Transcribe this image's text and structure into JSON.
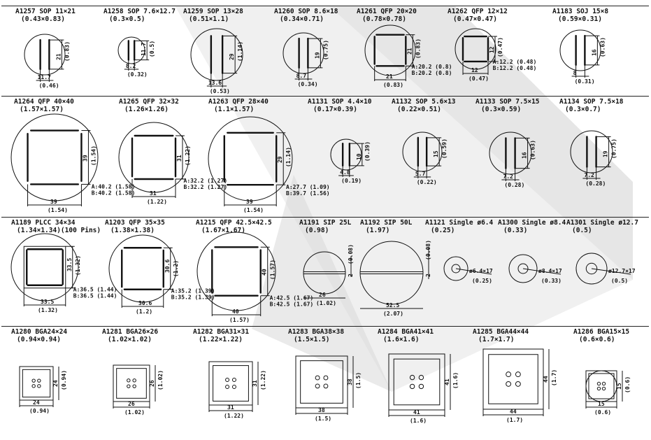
{
  "nozzles": [
    {
      "id": "a1257",
      "t1": "A1257 SOP 11×21",
      "t2": "(0.43×0.83)",
      "shape": "sop",
      "dims": [
        "11.7",
        "(0.46)",
        "21",
        "(0.83)"
      ]
    },
    {
      "id": "a1258",
      "t1": "A1258 SOP 7.6×12.7",
      "t2": "(0.3×0.5)",
      "shape": "sop",
      "dims": [
        "8.2",
        "(0.32)",
        "11.7",
        "(0.5)"
      ]
    },
    {
      "id": "a1259",
      "t1": "A1259 SOP 13×28",
      "t2": "(0.51×1.1)",
      "shape": "sop",
      "dims": [
        "13.6",
        "(0.53)",
        "29",
        "(1.14)"
      ]
    },
    {
      "id": "a1260",
      "t1": "A1260 SOP 8.6×18",
      "t2": "(0.34×0.71)",
      "shape": "sop",
      "dims": [
        "8.7",
        "(0.34)",
        "19",
        "(0.75)"
      ]
    },
    {
      "id": "a1261",
      "t1": "A1261 QFP 20×20",
      "t2": "(0.78×0.78)",
      "shape": "qfp",
      "dims": [
        "21",
        "(0.83)",
        "21",
        "(0.83)",
        "A:20.2 (0.8)",
        "B:20.2 (0.8)"
      ]
    },
    {
      "id": "a1262",
      "t1": "A1262 QFP 12×12",
      "t2": "(0.47×0.47)",
      "shape": "qfp",
      "dims": [
        "12",
        "(0.47)",
        "12",
        "(0.47)",
        "A:12.2 (0.48)",
        "B:12.2 (0.48)"
      ]
    },
    {
      "id": "a1183",
      "t1": "A1183 SOJ 15×8",
      "t2": "(0.59×0.31)",
      "shape": "sop",
      "dims": [
        "8",
        "(0.31)",
        "16",
        "(0.63)"
      ]
    },
    {
      "id": "a1264",
      "t1": "A1264 QFP 40×40",
      "t2": "(1.57×1.57)",
      "shape": "qfp",
      "dims": [
        "39",
        "(1.54)",
        "39",
        "(1.54)",
        "A:40.2 (1.58)",
        "B:40.2 (1.58)"
      ]
    },
    {
      "id": "a1265",
      "t1": "A1265 QFP 32×32",
      "t2": "(1.26×1.26)",
      "shape": "qfp",
      "dims": [
        "31",
        "(1.22)",
        "31",
        "(1.22)",
        "A:32.2 (1.27)",
        "B:32.2 (1.27)"
      ]
    },
    {
      "id": "a1263",
      "t1": "A1263 QFP 28×40",
      "t2": "(1.1×1.57)",
      "shape": "qfp",
      "dims": [
        "39",
        "(1.54)",
        "29",
        "(1.14)",
        "A:27.7 (1.09)",
        "B:39.7 (1.56)"
      ]
    },
    {
      "id": "a1131",
      "t1": "A1131 SOP 4.4×10",
      "t2": "(0.17×0.39)",
      "shape": "sop",
      "dims": [
        "4.8",
        "(0.19)",
        "10",
        "(0.39)"
      ]
    },
    {
      "id": "a1132",
      "t1": "A1132 SOP 5.6×13",
      "t2": "(0.22×0.51)",
      "shape": "sop",
      "dims": [
        "5.7",
        "(0.22)",
        "15",
        "(0.59)"
      ]
    },
    {
      "id": "a1133",
      "t1": "A1133 SOP 7.5×15",
      "t2": "(0.3×0.59)",
      "shape": "sop",
      "dims": [
        "7.2",
        "(0.28)",
        "16",
        "(0.63)"
      ]
    },
    {
      "id": "a1134",
      "t1": "A1134 SOP 7.5×18",
      "t2": "(0.3×0.7)",
      "shape": "sop",
      "dims": [
        "7.2",
        "(0.28)",
        "19",
        "(0.75)"
      ]
    },
    {
      "id": "a1189",
      "t1": "A1189 PLCC 34×34",
      "t2": "(1.34×1.34)(100 Pins)",
      "shape": "plcc",
      "dims": [
        "33.5",
        "(1.32)",
        "33.5",
        "(1.32)",
        "A:36.5 (1.44)",
        "B:36.5 (1.44)"
      ]
    },
    {
      "id": "a1203",
      "t1": "A1203 QFP 35×35",
      "t2": "(1.38×1.38)",
      "shape": "qfp",
      "dims": [
        "30.6",
        "(1.2)",
        "30.6",
        "(1.2)",
        "A:35.2 (1.39)",
        "B:35.2 (1.39)"
      ]
    },
    {
      "id": "a1215",
      "t1": "A1215 QFP 42.5×42.5",
      "t2": "(1.67×1.67)",
      "shape": "qfp",
      "dims": [
        "40",
        "(1.57)",
        "40",
        "(1.57)",
        "A:42.5 (1.67)",
        "B:42.5 (1.67)"
      ]
    },
    {
      "id": "a1191",
      "t1": "A1191 SIP 25L",
      "t2": "(0.98)",
      "shape": "sip",
      "dims": [
        "26",
        "(1.02)",
        "2",
        "(0.08)"
      ]
    },
    {
      "id": "a1192",
      "t1": "A1192 SIP 50L",
      "t2": "(1.97)",
      "shape": "sip",
      "dims": [
        "52.5",
        "(2.07)",
        "2",
        "(0.08)"
      ]
    },
    {
      "id": "a1121",
      "t1": "A1121 Single ø6.4",
      "t2": "(0.25)",
      "shape": "single",
      "dims": [
        "ø6.4×17",
        "(0.25)"
      ]
    },
    {
      "id": "a1300",
      "t1": "A1300 Single ø8.4",
      "t2": "(0.33)",
      "shape": "single",
      "dims": [
        "ø8.4×17",
        "(0.33)"
      ]
    },
    {
      "id": "a1301",
      "t1": "A1301 Single ø12.7",
      "t2": "(0.5)",
      "shape": "single",
      "dims": [
        "ø12.7×17",
        "(0.5)"
      ]
    },
    {
      "id": "a1280",
      "t1": "A1280 BGA24×24",
      "t2": "(0.94×0.94)",
      "shape": "bga",
      "dims": [
        "24",
        "(0.94)",
        "24",
        "(0.94)"
      ]
    },
    {
      "id": "a1281",
      "t1": "A1281 BGA26×26",
      "t2": "(1.02×1.02)",
      "shape": "bga",
      "dims": [
        "26",
        "(1.02)",
        "26",
        "(1.02)"
      ]
    },
    {
      "id": "a1282",
      "t1": "A1282 BGA31×31",
      "t2": "(1.22×1.22)",
      "shape": "bga",
      "dims": [
        "31",
        "(1.22)",
        "31",
        "(1.22)"
      ]
    },
    {
      "id": "a1283",
      "t1": "A1283 BGA38×38",
      "t2": "(1.5×1.5)",
      "shape": "bga",
      "dims": [
        "38",
        "(1.5)",
        "38",
        "(1.5)"
      ]
    },
    {
      "id": "a1284",
      "t1": "A1284 BGA41×41",
      "t2": "(1.6×1.6)",
      "shape": "bga",
      "dims": [
        "41",
        "(1.6)",
        "41",
        "(1.6)"
      ]
    },
    {
      "id": "a1285",
      "t1": "A1285 BGA44×44",
      "t2": "(1.7×1.7)",
      "shape": "bga",
      "dims": [
        "44",
        "(1.7)",
        "44",
        "(1.7)"
      ]
    },
    {
      "id": "a1286",
      "t1": "A1286 BGA15×15",
      "t2": "(0.6×0.6)",
      "shape": "bga",
      "dims": [
        "15",
        "(0.6)",
        "15",
        "(0.6)"
      ]
    }
  ],
  "colors": {
    "line": "#111111",
    "watermark": "#d9d9d9"
  }
}
